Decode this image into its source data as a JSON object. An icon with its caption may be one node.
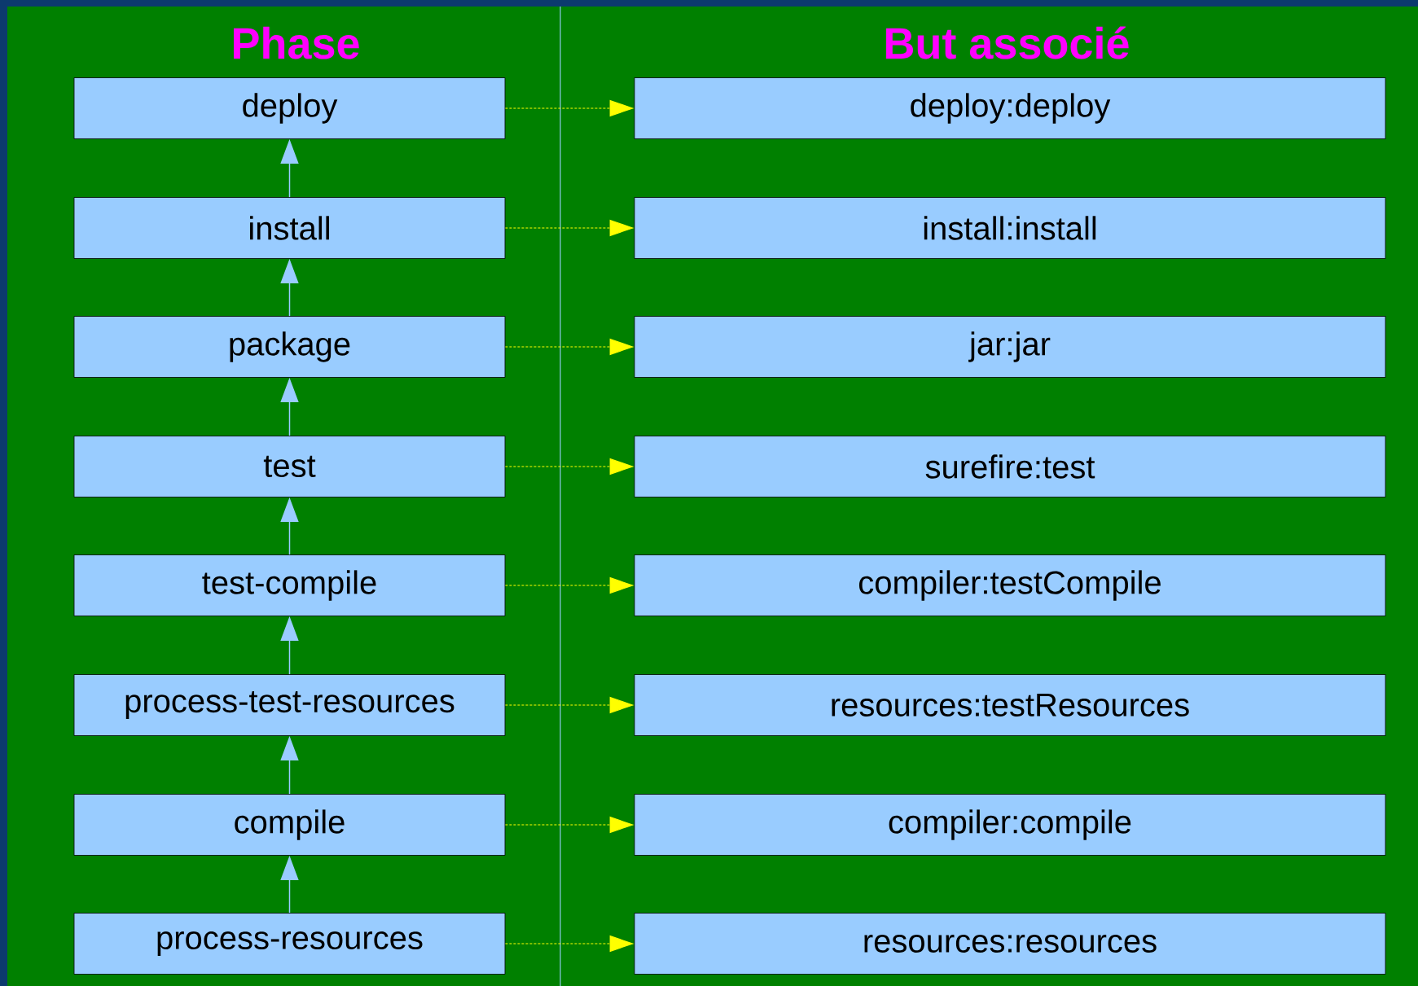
{
  "diagram": {
    "nodes": [
      {
        "text": [
          "deploy"
        ]
      },
      {
        "text": [
          "deploy:deploy"
        ]
      },
      {
        "text": [
          "install"
        ]
      },
      {
        "text": [
          "install:install"
        ]
      },
      {
        "text": [
          "package"
        ]
      },
      {
        "text": [
          "jar:jar"
        ]
      },
      {
        "text": [
          "test"
        ]
      },
      {
        "text": [
          "surefire:test"
        ]
      },
      {
        "text": [
          "test-compile"
        ]
      },
      {
        "text": [
          "compiler:testCompile"
        ]
      },
      {
        "text": [
          "process-test-resources"
        ]
      },
      {
        "text": [
          "resources:testResources"
        ]
      },
      {
        "text": [
          "compile"
        ]
      },
      {
        "text": [
          "compiler:compile"
        ]
      },
      {
        "text": [
          "process-resources"
        ]
      },
      {
        "text": [
          "resources:resources"
        ]
      }
    ],
    "edges": [
      {
        "from": 0,
        "to": 1,
        "arrow": "to",
        "style": "dashed"
      },
      {
        "from": 2,
        "to": 3,
        "arrow": "to",
        "style": "dashed"
      },
      {
        "from": 4,
        "to": 5,
        "arrow": "to",
        "style": "dashed"
      },
      {
        "from": 6,
        "to": 7,
        "arrow": "to",
        "style": "dashed"
      },
      {
        "from": 8,
        "to": 9,
        "arrow": "to",
        "style": "dashed"
      },
      {
        "from": 10,
        "to": 11,
        "arrow": "to",
        "style": "dashed"
      },
      {
        "from": 12,
        "to": 13,
        "arrow": "to",
        "style": "dashed"
      },
      {
        "from": 14,
        "to": 15,
        "arrow": "to",
        "style": "dashed"
      },
      {
        "from": 2,
        "to": 0,
        "arrow": "to",
        "color": "#99ccff"
      },
      {
        "from": 4,
        "to": 2,
        "arrow": "to",
        "color": "#99ccff"
      },
      {
        "from": 6,
        "to": 4,
        "arrow": "to",
        "color": "#99ccff"
      },
      {
        "from": 8,
        "to": 6,
        "arrow": "to",
        "color": "#99ccff"
      },
      {
        "from": 10,
        "to": 8,
        "arrow": "to",
        "color": "#99ccff"
      },
      {
        "from": 12,
        "to": 10,
        "arrow": "to",
        "color": "#99ccff"
      },
      {
        "from": 14,
        "to": 12,
        "arrow": "to",
        "color": "#99ccff"
      }
    ],
    "labels": [
      "Phase",
      "But associé"
    ]
  }
}
